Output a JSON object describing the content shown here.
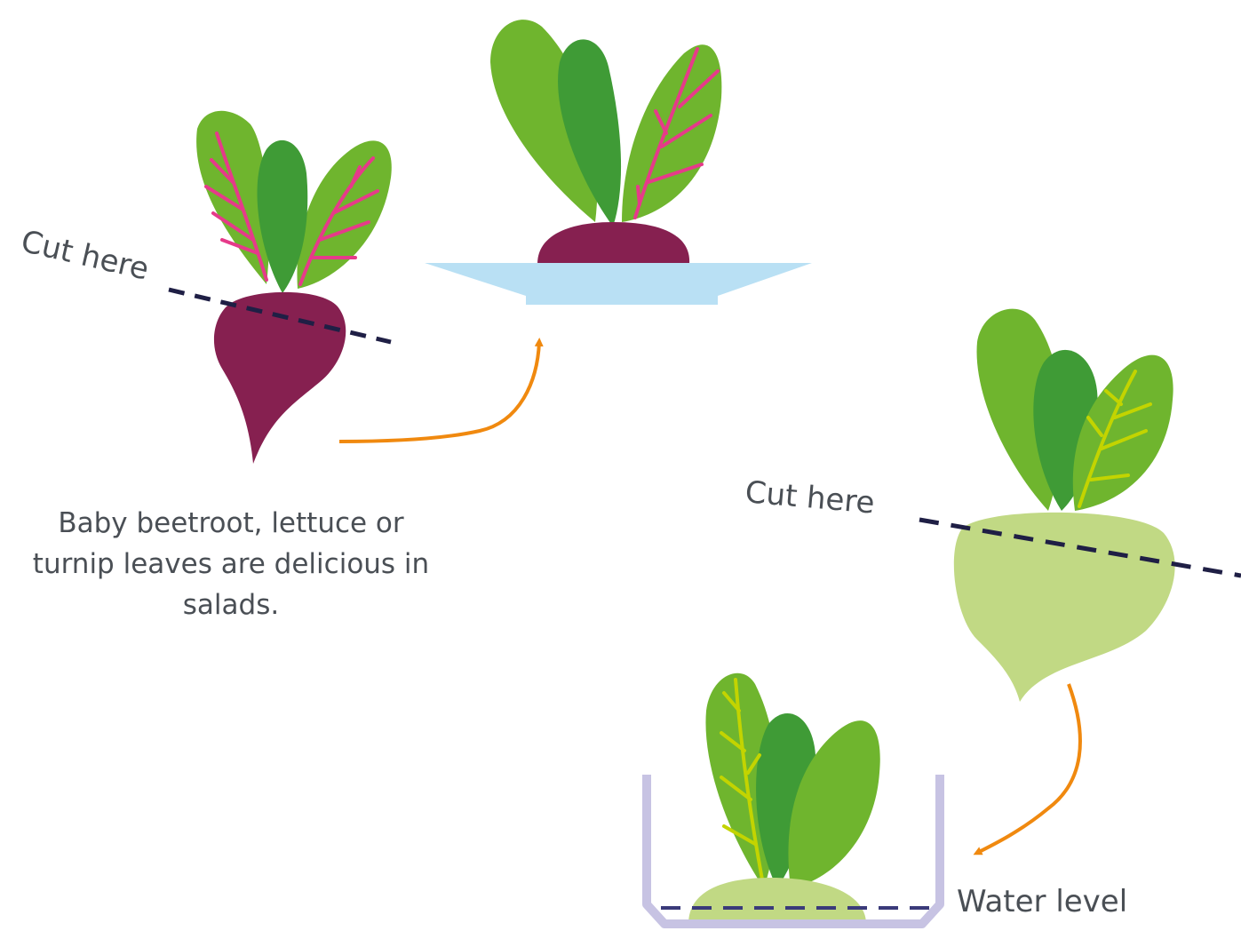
{
  "labels": {
    "cut_here_beetroot": "Cut here",
    "cut_here_turnip": "Cut here",
    "water_level": "Water level"
  },
  "caption": "Baby beetroot, lettuce or turnip leaves are delicious in salads.",
  "colors": {
    "beetroot": "#862050",
    "beet_vein": "#e63a8a",
    "leaf_light": "#6fb52e",
    "leaf_dark": "#3f9b36",
    "turnip": "#c1d984",
    "turnip_vein": "#c3d400",
    "dish": "#b9e0f4",
    "container": "#c7c3e3",
    "arrow": "#f0890f",
    "cut_line": "#1f1f45"
  }
}
